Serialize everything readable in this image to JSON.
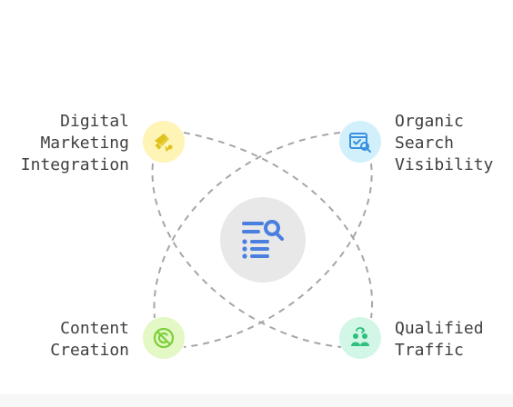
{
  "hub": {
    "icon": "search-document-icon",
    "color": "#e8e8e8",
    "icon_color": "#4a7fe0"
  },
  "nodes": [
    {
      "id": "digital-marketing",
      "label_lines": [
        "Digital",
        "Marketing",
        "Integration"
      ],
      "icon": "megaphone-icon",
      "fill": "#fdf4b5",
      "icon_color": "#e0c21c"
    },
    {
      "id": "organic-search",
      "label_lines": [
        "Organic",
        "Search",
        "Visibility"
      ],
      "icon": "browser-search-icon",
      "fill": "#d2f0fb",
      "icon_color": "#3b8fe0"
    },
    {
      "id": "content-creation",
      "label_lines": [
        "Content",
        "Creation"
      ],
      "icon": "no-copyright-icon",
      "fill": "#e3f8c4",
      "icon_color": "#7ccf3a"
    },
    {
      "id": "qualified-traffic",
      "label_lines": [
        "Qualified",
        "Traffic"
      ],
      "icon": "user-group-icon",
      "fill": "#d2f7e6",
      "icon_color": "#2fbf7f"
    }
  ],
  "connector_color": "#a6a6a6"
}
